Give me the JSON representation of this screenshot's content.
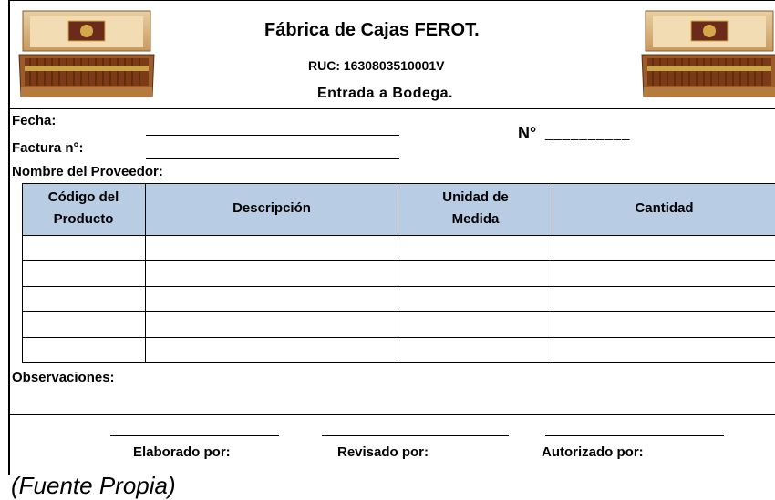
{
  "header": {
    "title": "Fábrica de Cajas FEROT.",
    "ruc": "RUC: 1630803510001V",
    "subtitle": "Entrada a Bodega."
  },
  "form": {
    "fecha_label": "Fecha:",
    "factura_label": "Factura n°:",
    "proveedor_label": "Nombre del Proveedor:",
    "numero_label": "N°",
    "numero_blank": "__________"
  },
  "table": {
    "header_fill": "#b8cce4",
    "columns": [
      {
        "line1": "Código del",
        "line2": "Producto"
      },
      {
        "line1": "Descripción",
        "line2": ""
      },
      {
        "line1": "Unidad de",
        "line2": "Medida"
      },
      {
        "line1": "Cantidad",
        "line2": ""
      }
    ],
    "empty_rows": 5
  },
  "observations_label": "Observaciones:",
  "signatures": [
    "Elaborado por:",
    "Revisado por:",
    "Autorizado por:"
  ],
  "source_caption": "(Fuente Propia)",
  "icons": [
    "cigar-box-image-left",
    "cigar-box-image-right"
  ]
}
